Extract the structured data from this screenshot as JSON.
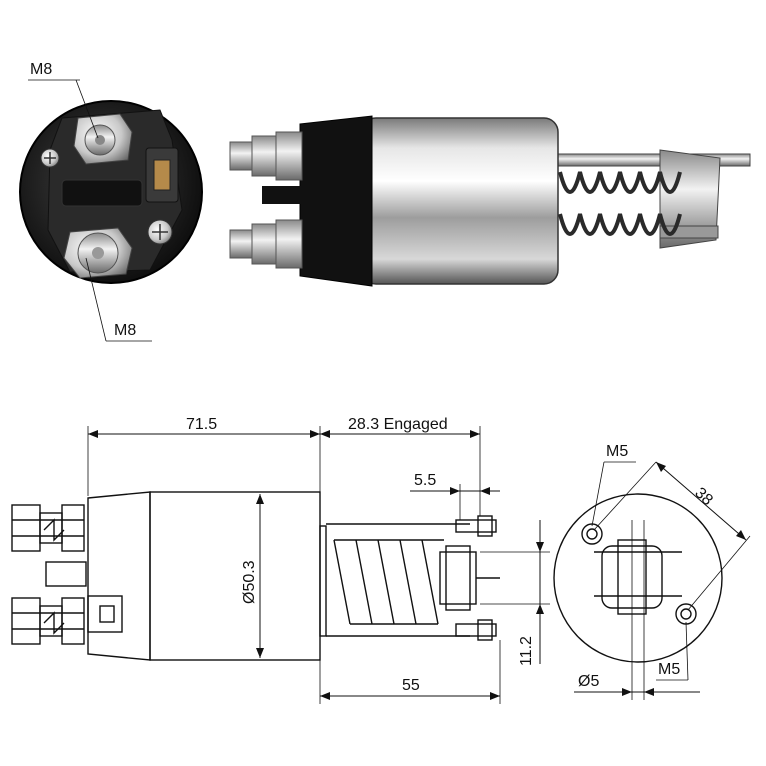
{
  "photo_views": {
    "end_view_labels": {
      "top_terminal": "M8",
      "bottom_terminal": "M8"
    }
  },
  "drawing": {
    "dimensions": {
      "overall_length": "71.5",
      "engaged_stroke": "28.3 Engaged",
      "plunger_offset": "5.5",
      "body_diameter": "Ø50.3",
      "spring_length": "55",
      "plunger_height": "11.2",
      "pin_diameter": "Ø5",
      "hole_spacing": "38"
    },
    "end_view_labels": {
      "top_hole": "M5",
      "bottom_hole": "M5"
    }
  },
  "colors": {
    "line": "#111111",
    "body_metal": "#b9b9b9",
    "body_dark": "#1a1a1a"
  }
}
